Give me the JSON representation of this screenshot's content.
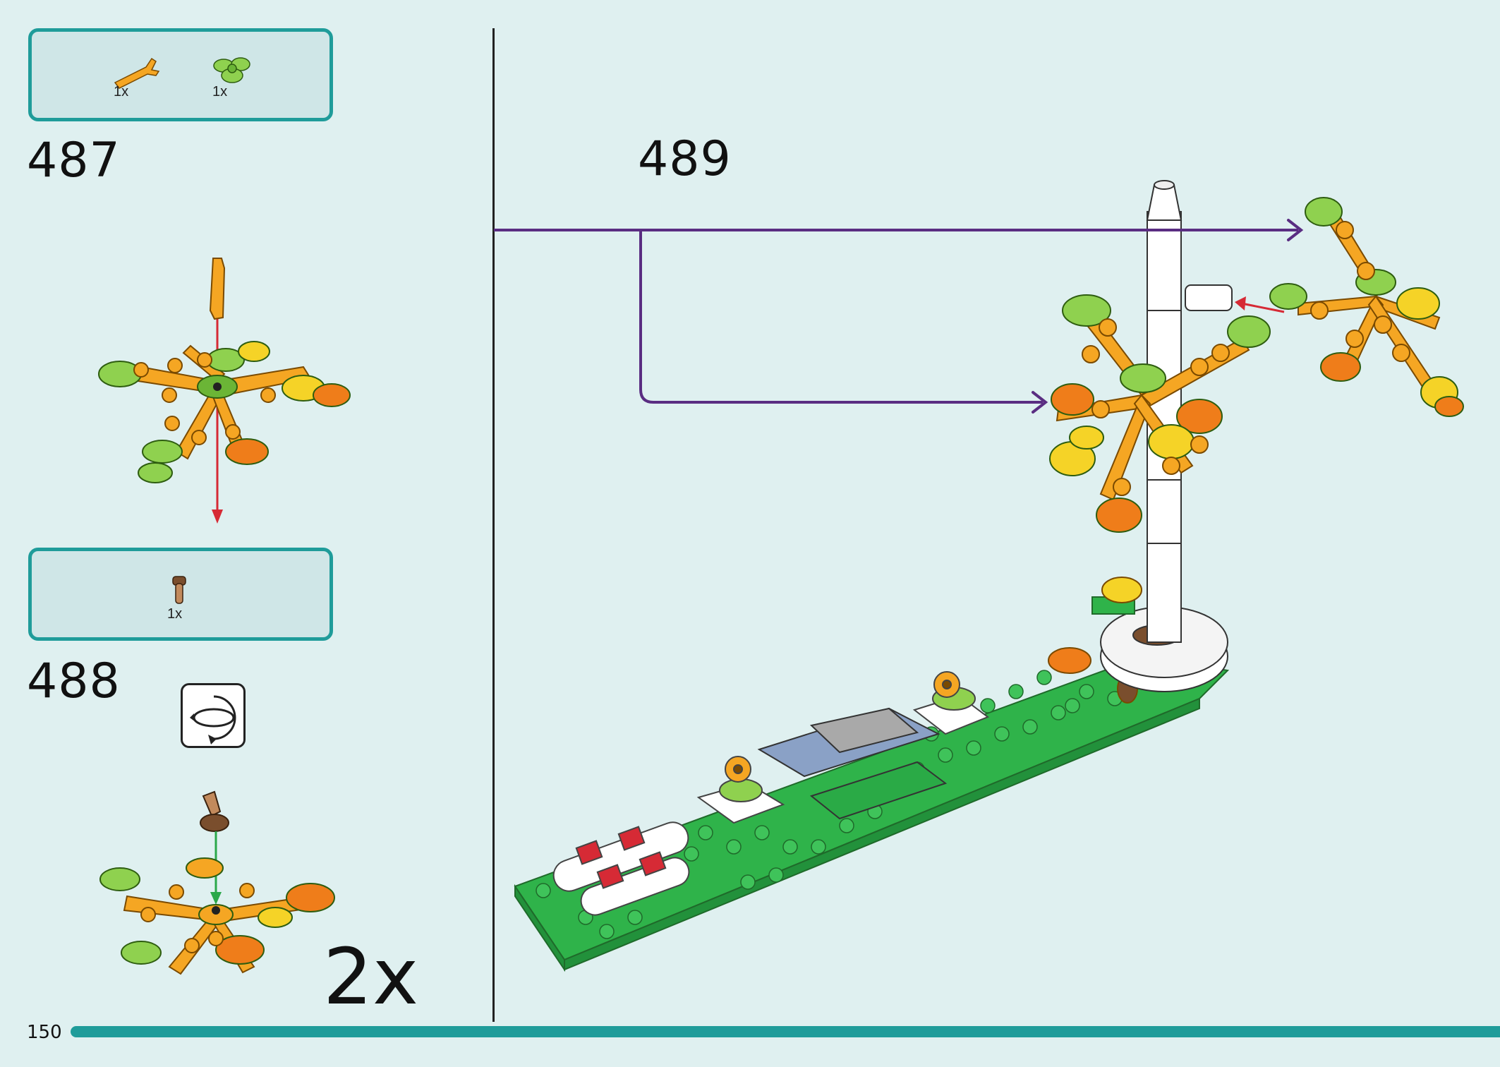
{
  "page": {
    "number": "150"
  },
  "steps": [
    {
      "number": "487",
      "parts": [
        {
          "name": "orange-branch-piece",
          "qty": "1x"
        },
        {
          "name": "green-leaf-piece",
          "qty": "1x"
        }
      ]
    },
    {
      "number": "488",
      "parts": [
        {
          "name": "brown-bar-clip-piece",
          "qty": "1x"
        }
      ],
      "multiplier": "2x"
    },
    {
      "number": "489"
    }
  ],
  "colors": {
    "background": "#dff0f0",
    "accent": "#1f9c9a",
    "arrow_main": "#5a2d82",
    "arrow_red": "#d62a35",
    "arrow_green": "#2aa84a",
    "leaf_green": "#8fd14f",
    "leaf_orange": "#f5a623",
    "leaf_yellow": "#f5d327",
    "leaf_dark_orange": "#ef7d1a",
    "baseplate_green": "#2fb34a"
  },
  "icons": {
    "rotate": "rotate-model-icon"
  }
}
